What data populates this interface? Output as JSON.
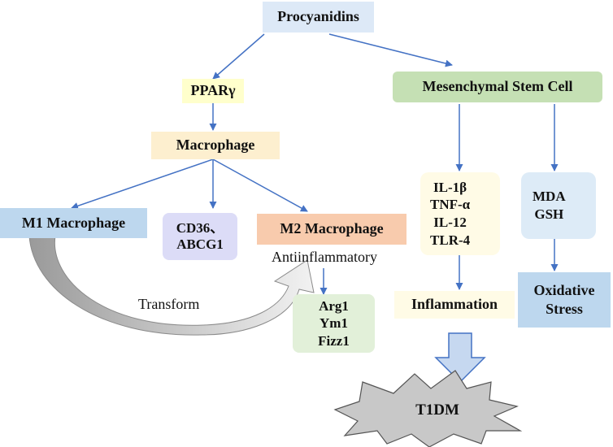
{
  "nodes": {
    "procyanidins": "Procyanidins",
    "ppar": "PPARγ",
    "macrophage": "Macrophage",
    "m1": "M1 Macrophage",
    "cd36": "CD36、",
    "abcg1": "ABCG1",
    "m2": "M2 Macrophage",
    "antiinflammatory": "Antiinflammatory",
    "transform": "Transform",
    "arg1": "Arg1",
    "ym1": "Ym1",
    "fizz1": "Fizz1",
    "msc": "Mesenchymal Stem Cell",
    "il1b": "IL-1β",
    "tnfa": "TNF-α",
    "il12": "IL-12",
    "tlr4": "TLR-4",
    "mda": "MDA",
    "gsh": "GSH",
    "inflammation": "Inflammation",
    "oxidative": "Oxidative",
    "stress": "Stress",
    "t1dm": "T1DM"
  },
  "colors": {
    "arrow": "#4472c4",
    "procyanidins_fill": "#dde9f7",
    "ppar_fill": "#ffffcc",
    "macrophage_fill": "#fdefcf",
    "m1_fill": "#bdd7ee",
    "cd36_fill": "#dcdcf7",
    "m2_fill": "#f8cbad",
    "arg_fill": "#e2f0d9",
    "msc_fill": "#c5e0b4",
    "cytokine_fill": "#fffbe6",
    "mda_fill": "#ddebf7",
    "oxidative_fill": "#bdd7ee",
    "inflammation_fill": "#fffbe6",
    "t1dm_fill": "#c8c8c8"
  }
}
